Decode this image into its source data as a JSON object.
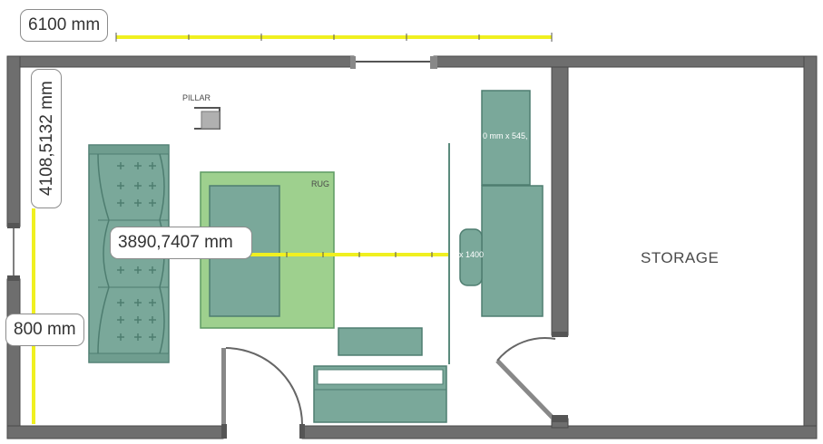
{
  "dimensions": {
    "top_width": "6100 mm",
    "left_height": "4108,5132 mm",
    "room_depth": "3890,7407 mm",
    "window_width": "800 mm"
  },
  "rooms": {
    "storage": "STORAGE"
  },
  "objects": {
    "pillar": "PILLAR",
    "rug": "RUG",
    "desk_size_partial": "0 mm x 545,",
    "chair_size_partial": "x 1400"
  },
  "colors": {
    "wall": "#6e6e6e",
    "furniture": "#7aa89a",
    "rug": "#9ed08e",
    "measure_line": "#f0f020"
  },
  "icons": [
    "sofa-icon",
    "door-swing-icon",
    "window-icon",
    "pillar-icon"
  ]
}
